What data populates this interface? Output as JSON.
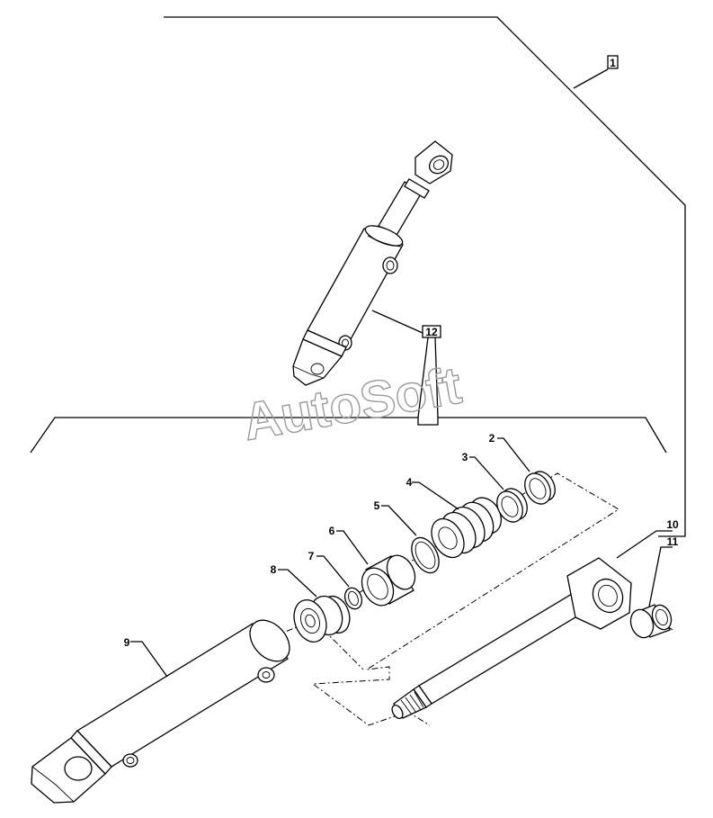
{
  "watermark": "AutoSoft",
  "callouts": {
    "c1": "1",
    "c2": "2",
    "c3": "3",
    "c4": "4",
    "c5": "5",
    "c6": "6",
    "c7": "7",
    "c8": "8",
    "c9": "9",
    "c10": "10",
    "c11": "11",
    "c12": "12"
  }
}
